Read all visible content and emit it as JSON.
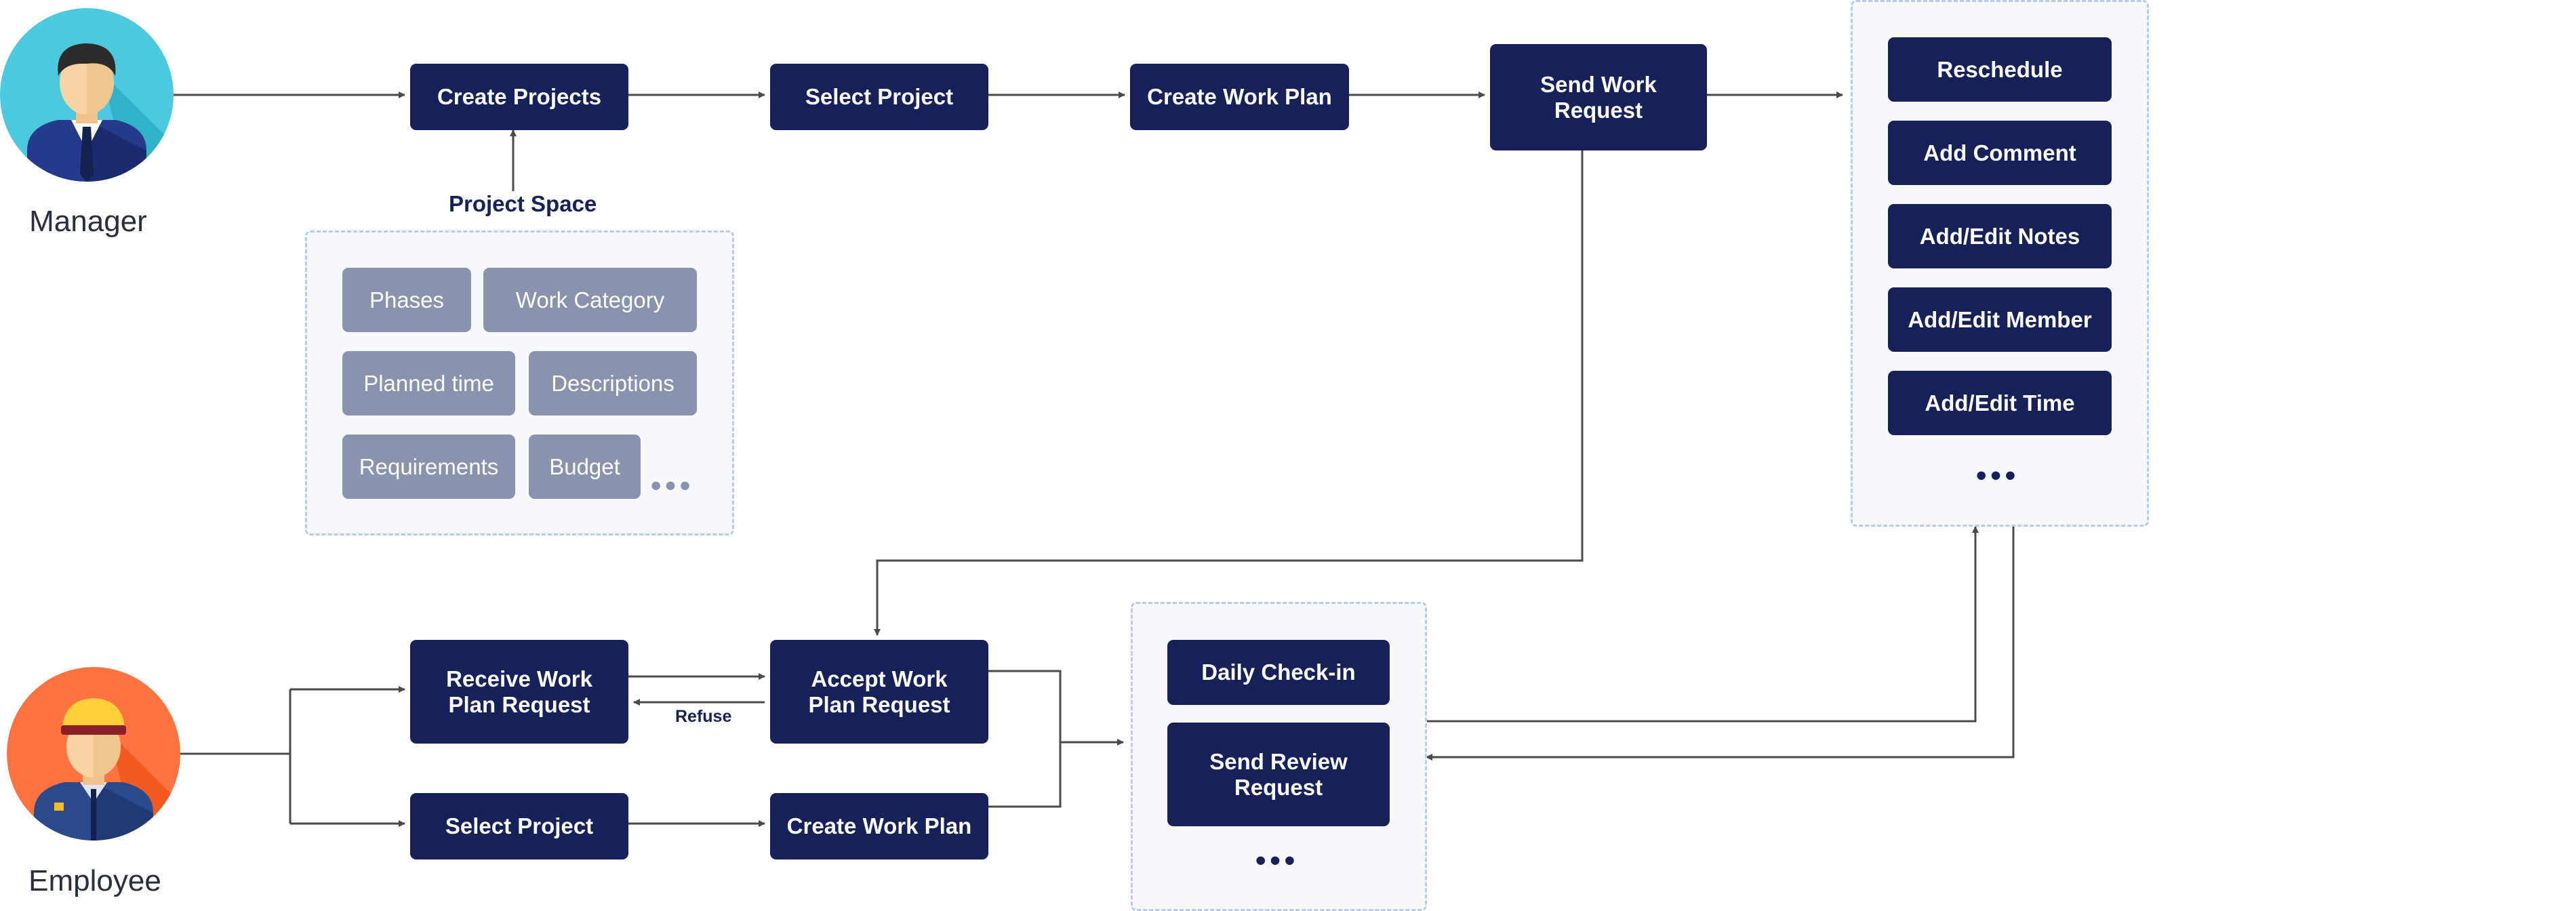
{
  "actors": {
    "manager": "Manager",
    "employee": "Employee"
  },
  "manager_flow": {
    "create_projects": "Create Projects",
    "select_project": "Select Project",
    "create_work_plan": "Create Work Plan",
    "send_work_request": "Send Work Request"
  },
  "project_space": {
    "label": "Project Space",
    "tags": [
      "Phases",
      "Work Category",
      "Planned time",
      "Descriptions",
      "Requirements",
      "Budget"
    ],
    "more": "•••"
  },
  "request_actions": {
    "items": [
      "Reschedule",
      "Add Comment",
      "Add/Edit Notes",
      "Add/Edit Member",
      "Add/Edit Time"
    ],
    "more": "•••"
  },
  "employee_flow": {
    "receive_request": "Receive Work Plan Request",
    "accept_request": "Accept Work Plan Request",
    "refuse_label": "Refuse",
    "select_project": "Select Project",
    "create_work_plan": "Create Work Plan"
  },
  "employee_actions": {
    "daily_checkin": "Daily Check-in",
    "send_review": "Send Review Request",
    "more": "•••"
  },
  "colors": {
    "node": "#16215a",
    "tag": "#8a93ae",
    "connector": "#4a4a4a",
    "group_border": "#b9cbe6",
    "manager_circle": "#4cc9dc",
    "employee_circle": "#ff7340"
  }
}
